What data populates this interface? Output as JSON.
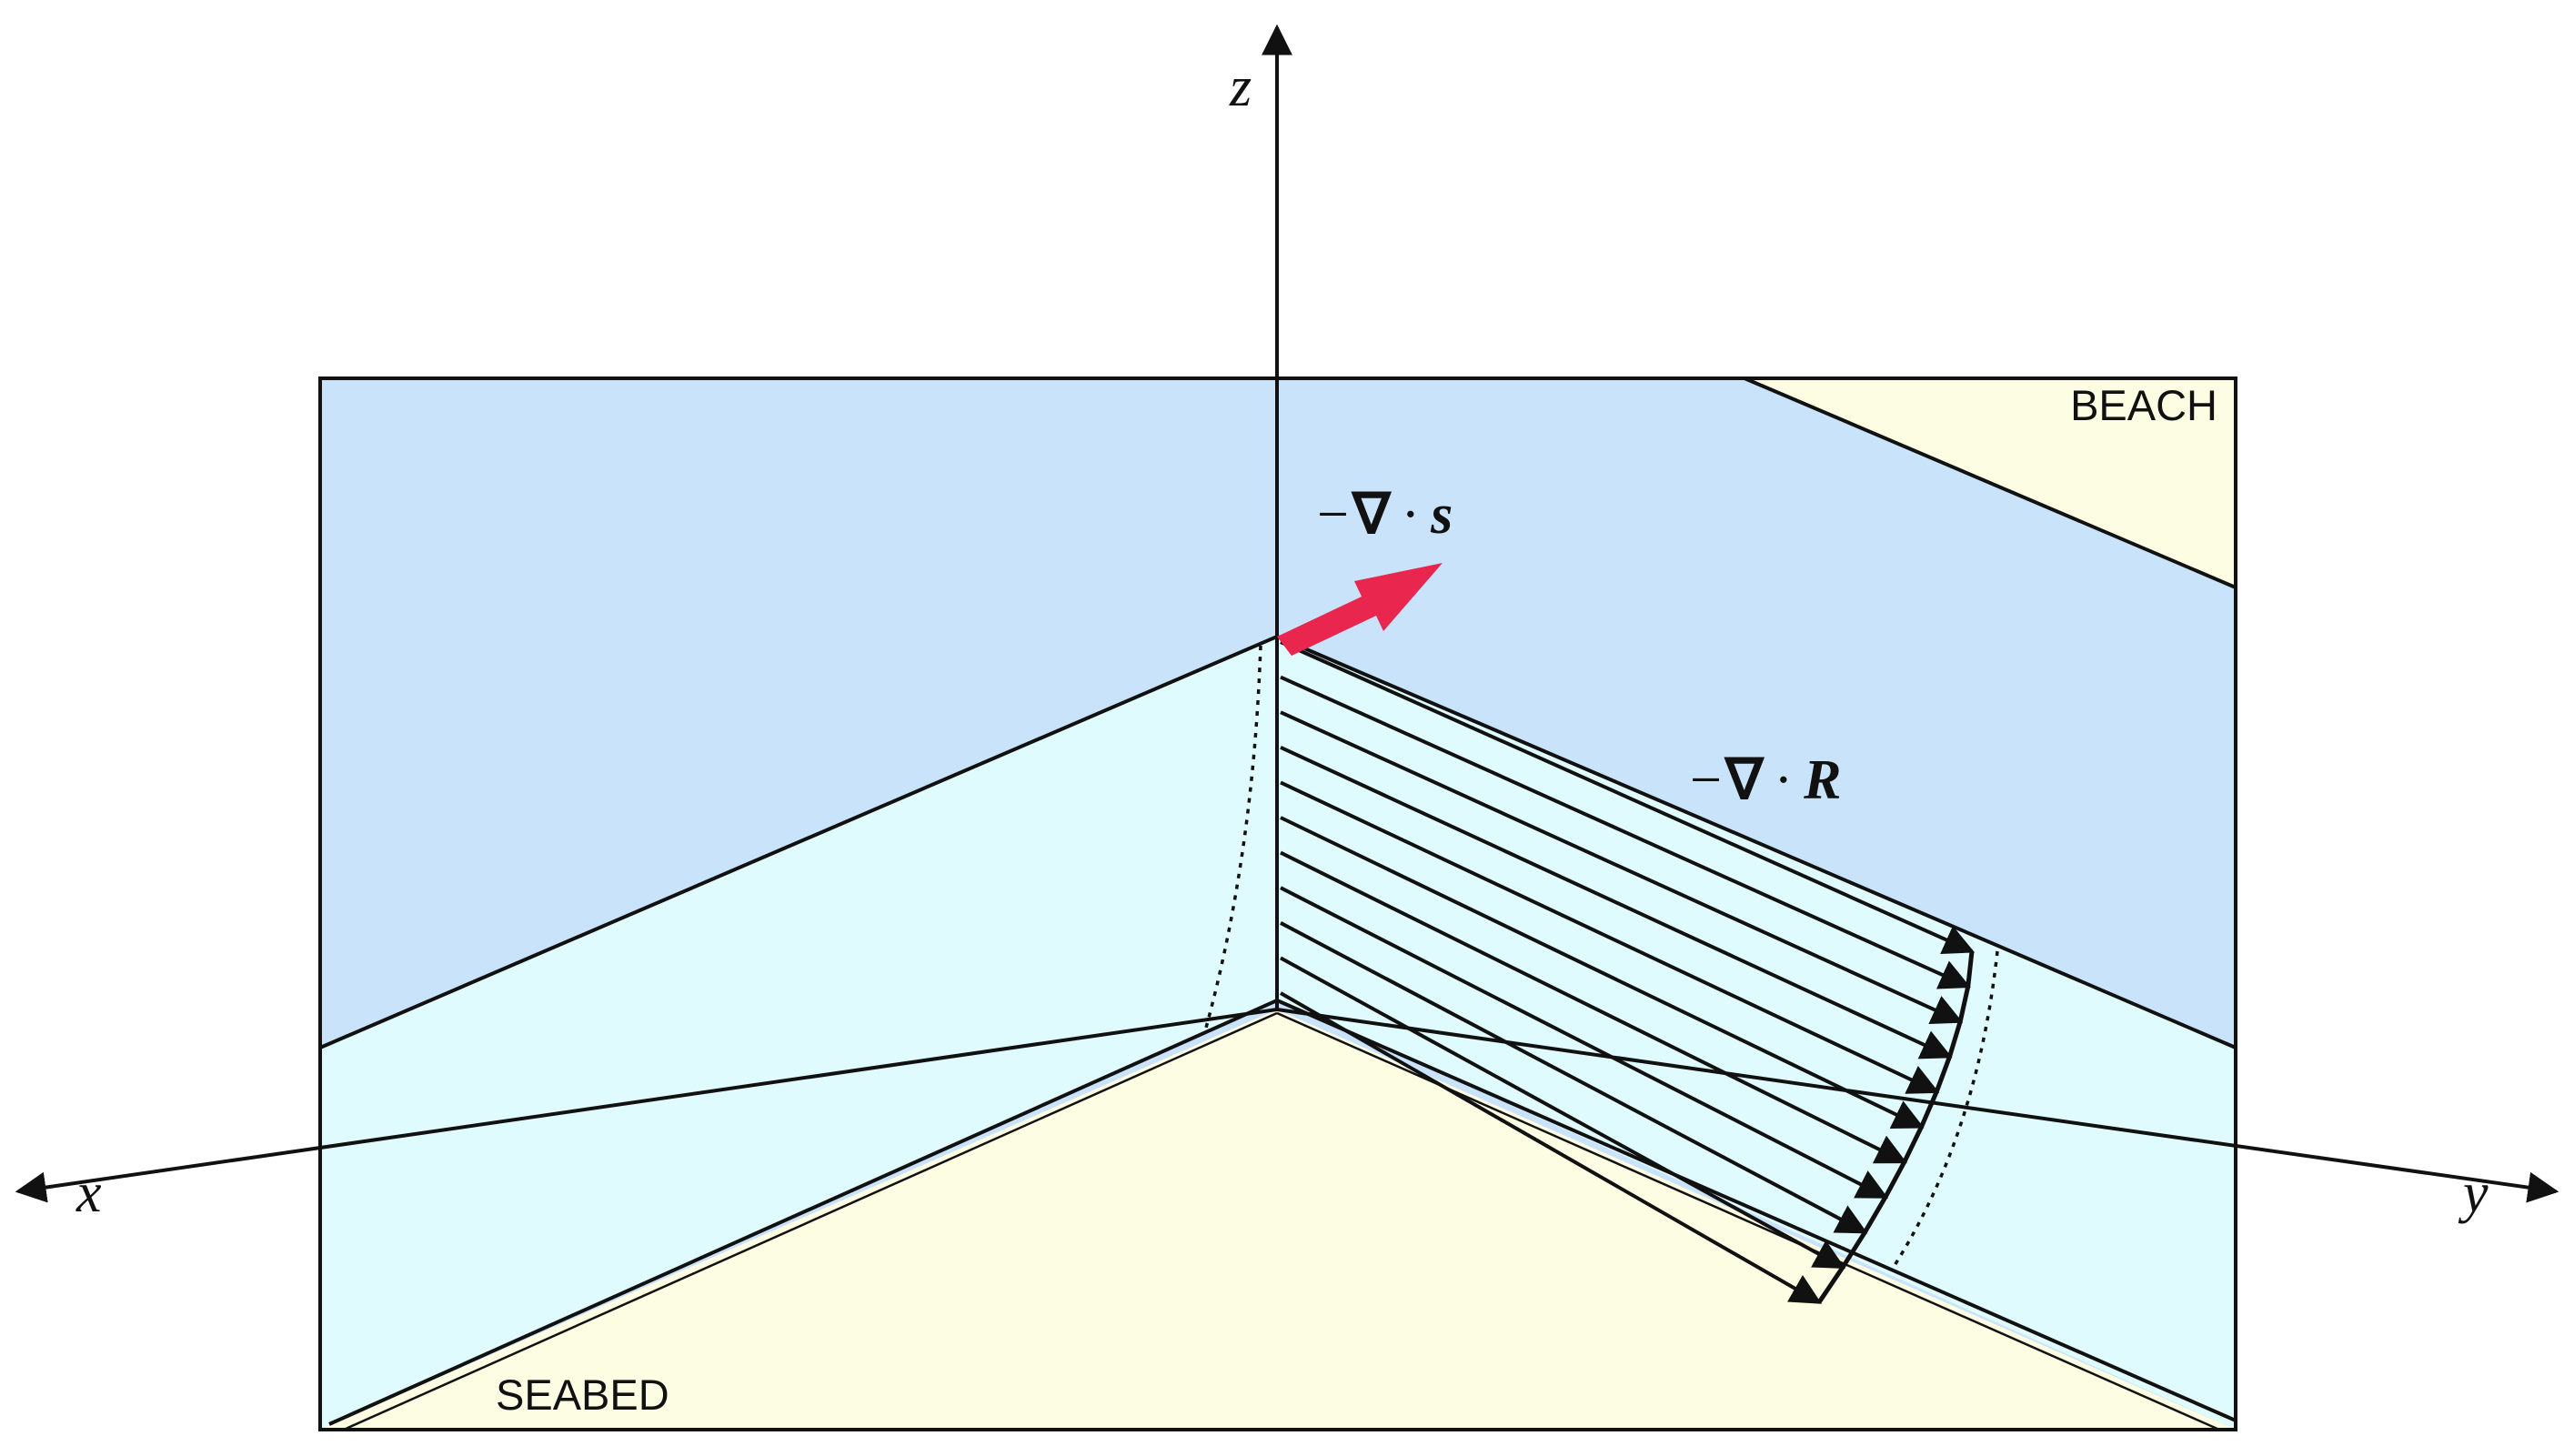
{
  "labels": {
    "beach": "BEACH",
    "seabed": "SEABED",
    "axis_x": "x",
    "axis_y": "y",
    "axis_z": "z"
  },
  "vectors": {
    "surface_gradient": {
      "minus": "−",
      "nabla": "∇",
      "dot": "·",
      "symbol": "s"
    },
    "radiation_stress": {
      "minus": "−",
      "nabla": "∇",
      "dot": "·",
      "symbol": "R"
    }
  },
  "colors": {
    "sea_surface": "#c9e3fb",
    "water_column": "#e0fbfd",
    "sand": "#fdfde3",
    "arrow_red": "#e8264e",
    "line": "#111111"
  }
}
